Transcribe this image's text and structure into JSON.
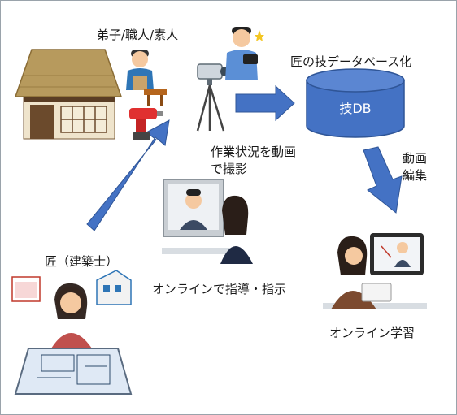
{
  "labels": {
    "apprentice": "弟子/職人/素人",
    "database_title": "匠の技データベース化",
    "database_text": "技DB",
    "filming": [
      "作業状況を動画",
      "で撮影"
    ],
    "editing": [
      "動画",
      "編集"
    ],
    "master": "匠（建築士）",
    "online_guidance": "オンラインで指導・指示",
    "online_learning": "オンライン学習"
  },
  "colors": {
    "arrow": "#4472c4",
    "db_fill": "#4472c4",
    "db_top": "#5b86d2",
    "db_stroke": "#2f5597",
    "border": "#9aa3ab"
  }
}
